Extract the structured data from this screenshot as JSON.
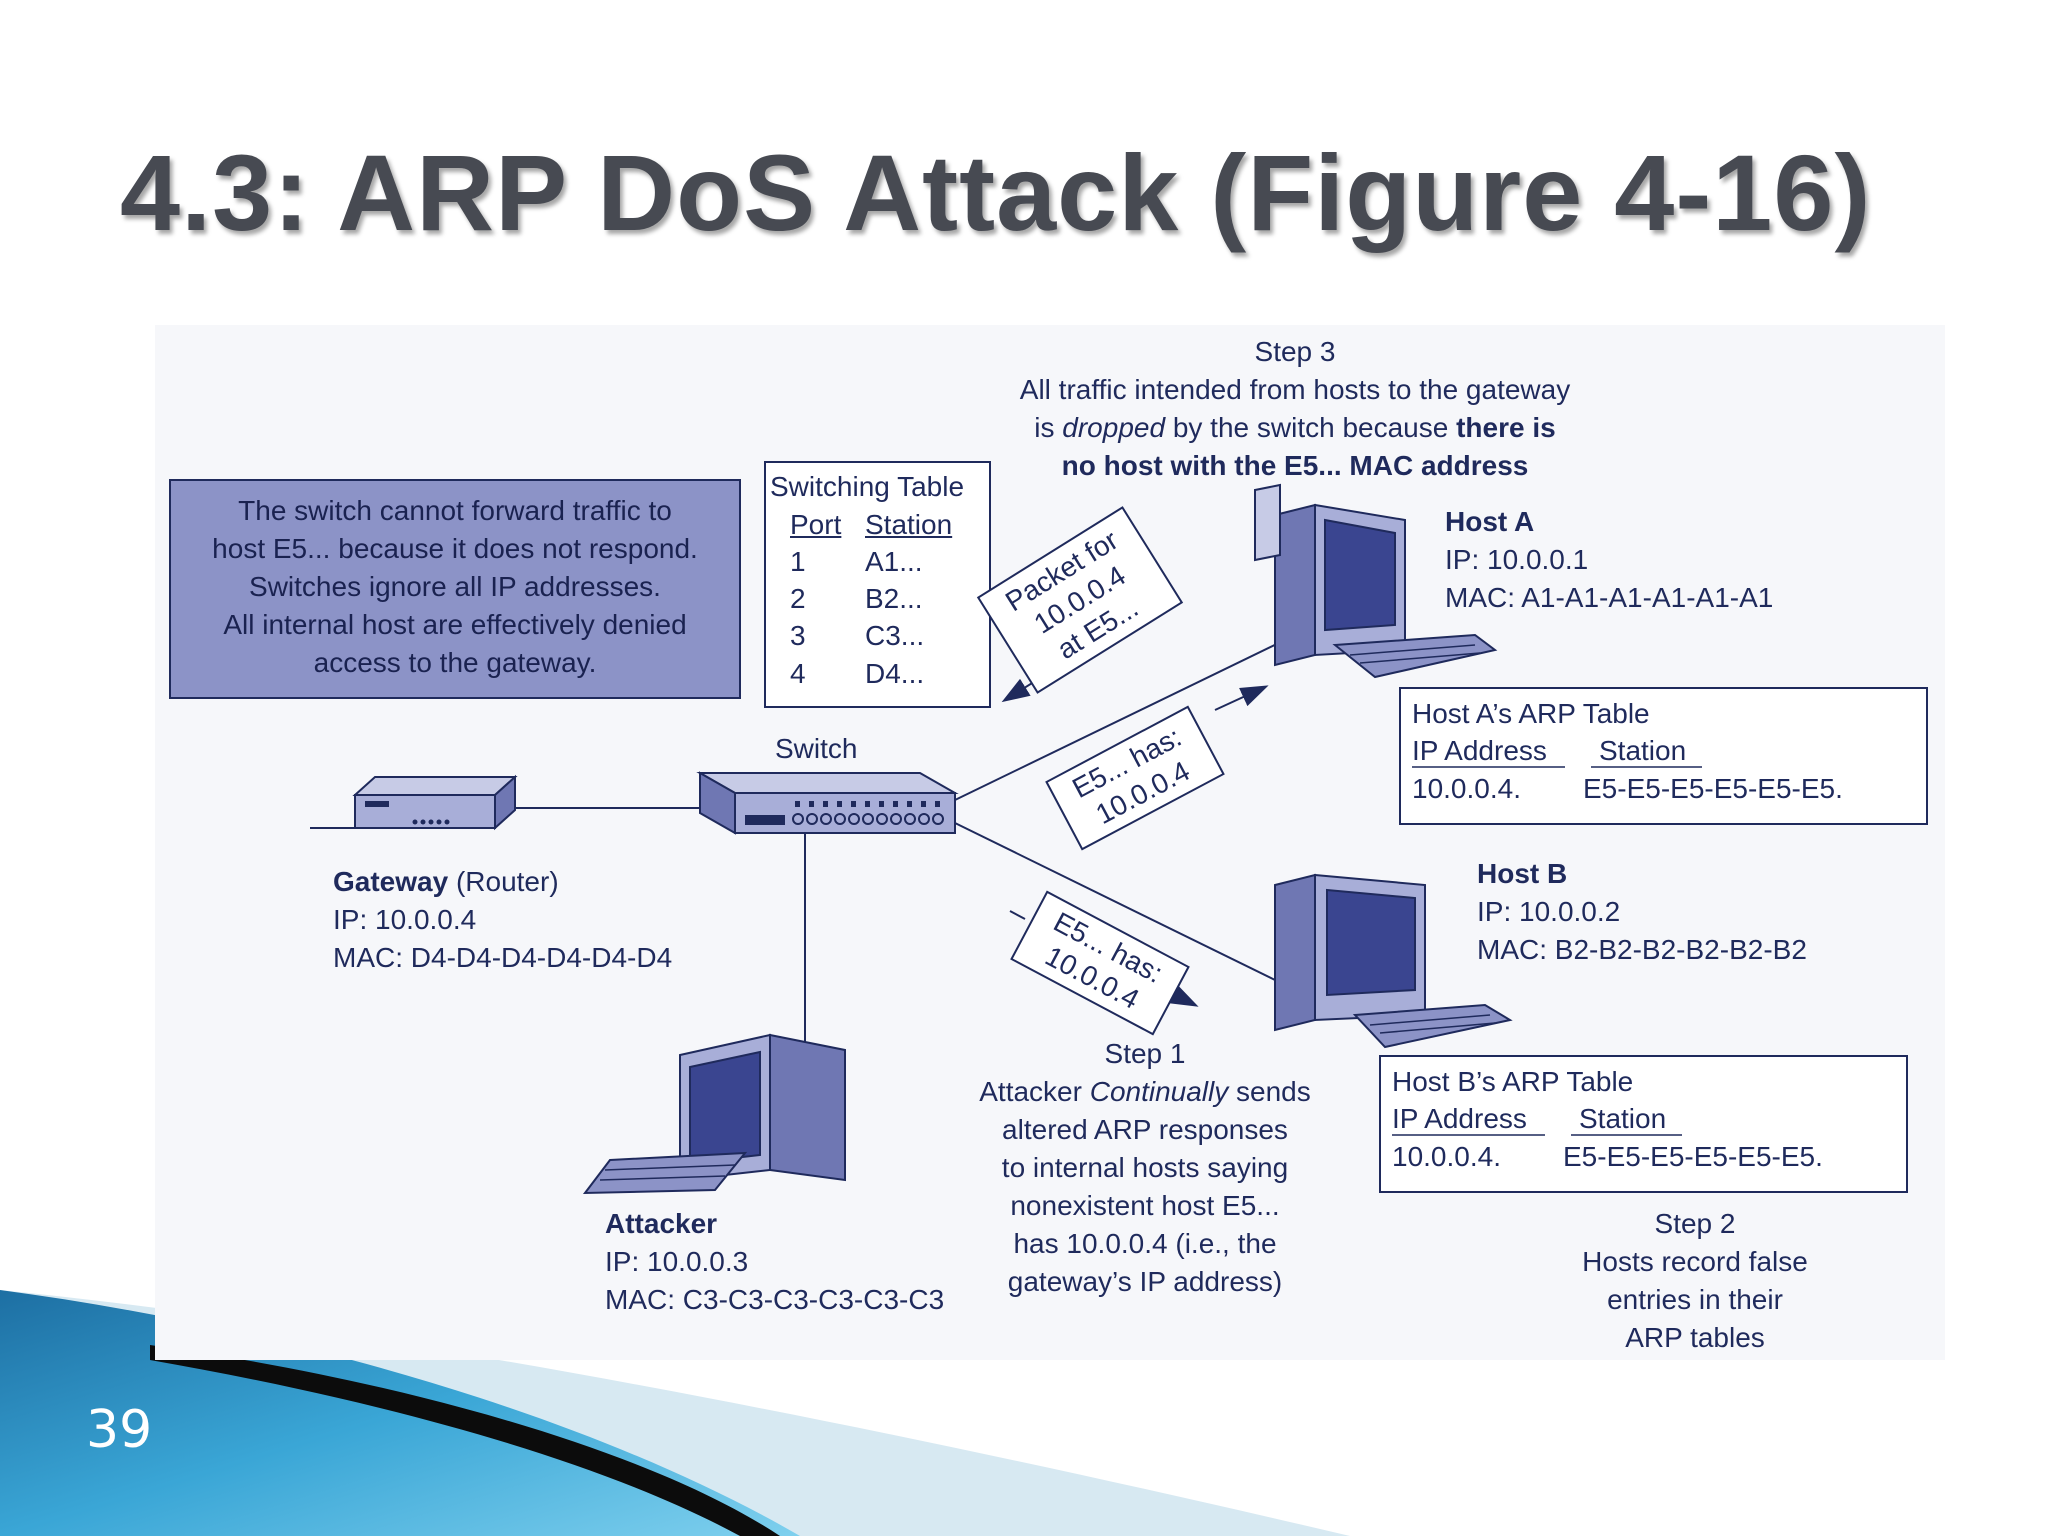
{
  "slide": {
    "title": "4.3: ARP DoS Attack (Figure 4-16)",
    "page_number": "39"
  },
  "colors": {
    "accent_blue": "#2b8fc4",
    "title_gray": "#474a52",
    "diagram_navy": "#1f2a5c",
    "callout_fill": "#8c93c7"
  },
  "step3": {
    "heading": "Step 3",
    "line1": "All traffic intended from hosts to the gateway",
    "line2_pre": "is ",
    "line2_em": "dropped",
    "line2_mid": " by the switch because ",
    "line2_bold": "there is",
    "line3": "no host with the E5... MAC address"
  },
  "callout": {
    "lines": [
      "The switch cannot forward traffic to",
      "host E5... because it does not respond.",
      "Switches ignore all IP addresses.",
      "All internal host are effectively denied",
      "access to the gateway."
    ]
  },
  "switching_table": {
    "title": "Switching Table",
    "headers": [
      "Port",
      "Station"
    ],
    "rows": [
      [
        "1",
        "A1..."
      ],
      [
        "2",
        "B2..."
      ],
      [
        "3",
        "C3..."
      ],
      [
        "4",
        "D4..."
      ]
    ]
  },
  "switch_label": "Switch",
  "packets": {
    "packet_for": [
      "Packet for",
      "10.0.0.4",
      "at E5..."
    ],
    "to_host_a": [
      "E5... has:",
      "10.0.0.4"
    ],
    "to_host_b": [
      "E5... has:",
      "10.0.0.4"
    ]
  },
  "host_a": {
    "name": "Host A",
    "ip": "IP: 10.0.0.1",
    "mac": "MAC: A1-A1-A1-A1-A1-A1"
  },
  "host_b": {
    "name": "Host B",
    "ip": "IP: 10.0.0.2",
    "mac": "MAC: B2-B2-B2-B2-B2-B2"
  },
  "gateway": {
    "name": "Gateway",
    "role": " (Router)",
    "ip": "IP: 10.0.0.4",
    "mac": "MAC: D4-D4-D4-D4-D4-D4"
  },
  "attacker": {
    "name": "Attacker",
    "ip": "IP: 10.0.0.3",
    "mac": "MAC: C3-C3-C3-C3-C3-C3"
  },
  "arp_a": {
    "title": "Host A’s ARP Table",
    "headers": [
      "IP Address",
      "Station"
    ],
    "row": [
      "10.0.0.4.",
      "E5-E5-E5-E5-E5-E5."
    ]
  },
  "arp_b": {
    "title": "Host B’s ARP Table",
    "headers": [
      "IP Address",
      "Station"
    ],
    "row": [
      "10.0.0.4.",
      "E5-E5-E5-E5-E5-E5."
    ]
  },
  "step1": {
    "heading": "Step 1",
    "line1_pre": "Attacker ",
    "line1_em": "Continually",
    "line1_post": " sends",
    "lines": [
      "altered ARP responses",
      "to internal hosts saying",
      "nonexistent host E5...",
      "has 10.0.0.4 (i.e., the",
      "gateway’s IP address)"
    ]
  },
  "step2": {
    "heading": "Step 2",
    "lines": [
      "Hosts record false",
      "entries in their",
      "ARP tables"
    ]
  }
}
